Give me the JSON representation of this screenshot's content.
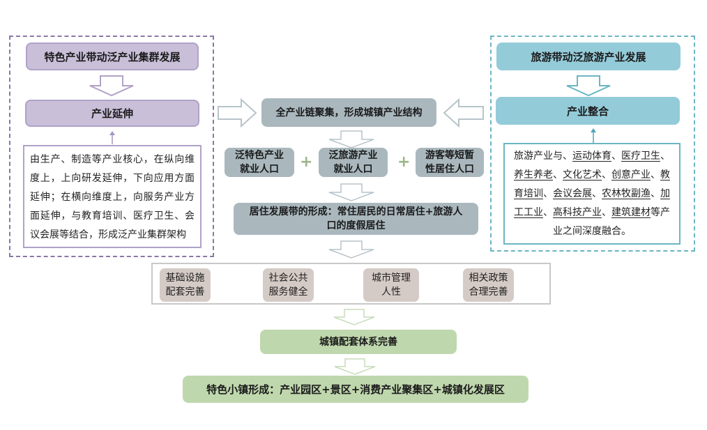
{
  "colors": {
    "purple_fill": "#c9bfd9",
    "purple_border": "#8a76a8",
    "teal_fill": "#94cbd9",
    "teal_border": "#6bb6c4",
    "grey_fill": "#aab8be",
    "green_fill": "#bfd7ad",
    "tan_fill": "#d5cbc6",
    "plus_color": "#9bb58a"
  },
  "left_panel": {
    "title": "特色产业带动泛产业集群发展",
    "subtitle": "产业延伸",
    "description": "由生产、制造等产业核心，在纵向维度上，上向研发延伸，下向应用方面延伸；在横向维度上，向服务产业方面延伸，与教育培训、医疗卫生、会议会展等结合，形成泛产业集群架构"
  },
  "right_panel": {
    "title": "旅游带动泛旅游产业发展",
    "subtitle": "产业整合",
    "intro": "旅游产业与、",
    "items": [
      "运动体育",
      "医疗卫生",
      "养生养老",
      "文化艺术",
      "创意产业",
      "教育培训",
      "会议会展",
      "农林牧副渔",
      "加工工业",
      "高科技产业",
      "建筑建材"
    ],
    "separator": "、",
    "outro": "等产业之间深度融合。"
  },
  "center": {
    "chain_box": "全产业链聚集，形成城镇产业结构",
    "population": [
      {
        "line1": "泛特色产业",
        "line2": "就业人口"
      },
      {
        "line1": "泛旅游产业",
        "line2": "就业人口"
      },
      {
        "line1": "游客等短暂",
        "line2": "性居住人口"
      }
    ],
    "plus": "+",
    "residence_line1": "居住发展带的形成：常住居民的日常居住+旅游人",
    "residence_line2": "口的度假居住"
  },
  "supporting": [
    {
      "line1": "基础设施",
      "line2": "配套完善"
    },
    {
      "line1": "社会公共",
      "line2": "服务健全"
    },
    {
      "line1": "城市管理",
      "line2": "人性"
    },
    {
      "line1": "相关政策",
      "line2": "合理完善"
    }
  ],
  "system_box": "城镇配套体系完善",
  "final_box": "特色小镇形成：产业园区+景区+消费产业聚集区+城镇化发展区"
}
